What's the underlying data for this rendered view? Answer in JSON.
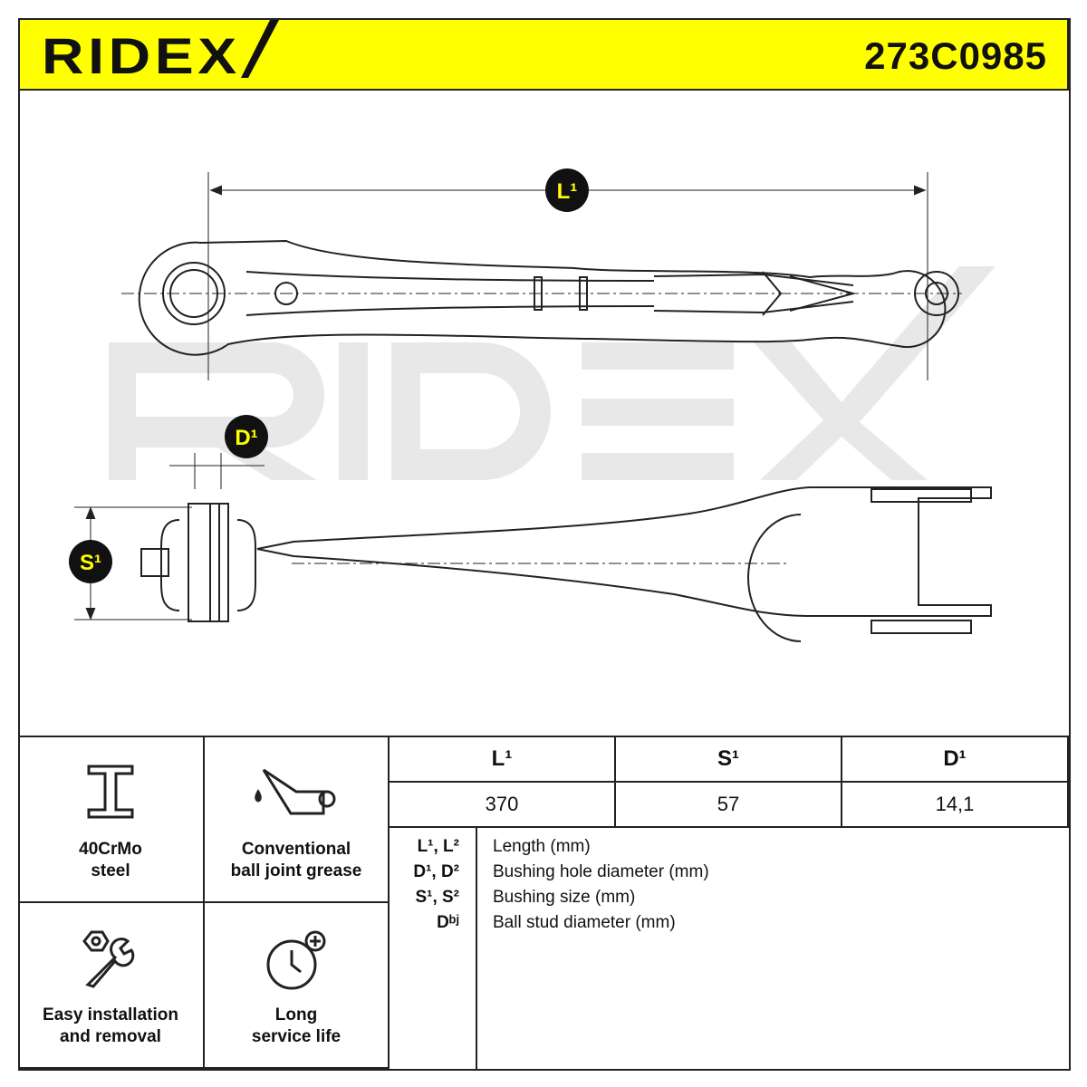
{
  "header": {
    "brand": "RIDEX",
    "part_number": "273C0985"
  },
  "drawing": {
    "labels": {
      "length": "L¹",
      "diameter": "D¹",
      "size": "S¹"
    },
    "watermark": "RIDEX"
  },
  "features": [
    {
      "icon": "i-beam-icon",
      "line1": "40CrMo",
      "line2": "steel"
    },
    {
      "icon": "grease-can-icon",
      "line1": "Conventional",
      "line2": "ball joint grease"
    },
    {
      "icon": "wrench-nut-icon",
      "line1": "Easy installation",
      "line2": "and removal"
    },
    {
      "icon": "clock-plus-icon",
      "line1": "Long",
      "line2": "service life"
    }
  ],
  "specs": {
    "headers": [
      "L¹",
      "S¹",
      "D¹"
    ],
    "values": [
      "370",
      "57",
      "14,1"
    ]
  },
  "legend": [
    {
      "key": "L¹, L²",
      "desc": "Length (mm)"
    },
    {
      "key": "D¹, D²",
      "desc": "Bushing hole diameter (mm)"
    },
    {
      "key": "S¹, S²",
      "desc": "Bushing size (mm)"
    },
    {
      "key": "Dᵇʲ",
      "desc": "Ball stud diameter (mm)"
    }
  ],
  "colors": {
    "brand_yellow": "#ffff00",
    "line": "#222222",
    "watermark": "#e6e6e6"
  }
}
